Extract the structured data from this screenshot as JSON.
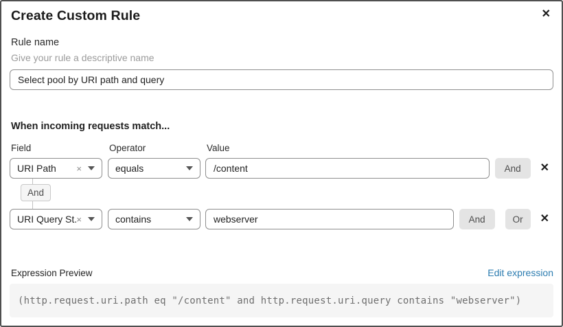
{
  "dialog": {
    "title": "Create Custom Rule"
  },
  "icons": {
    "close": "✕",
    "remove": "✕",
    "clear": "×"
  },
  "rule_name": {
    "label": "Rule name",
    "description": "Give your rule a descriptive name",
    "value": "Select pool by URI path and query"
  },
  "match": {
    "heading": "When incoming requests match...",
    "columns": {
      "field": "Field",
      "operator": "Operator",
      "value": "Value"
    },
    "rows": [
      {
        "field": "URI Path",
        "operator": "equals",
        "value": "/content",
        "and_label": "And"
      },
      {
        "field": "URI Query St...",
        "operator": "contains",
        "value": "webserver",
        "and_label": "And",
        "or_label": "Or"
      }
    ],
    "connector_label": "And"
  },
  "expression": {
    "label": "Expression Preview",
    "edit_link": "Edit expression",
    "code": "(http.request.uri.path eq \"/content\" and http.request.uri.query contains \"webserver\")"
  },
  "colors": {
    "link": "#2c7cb0",
    "code_background": "#f5f5f5",
    "button_background": "#e4e4e4",
    "input_border": "#8e8e8e"
  }
}
